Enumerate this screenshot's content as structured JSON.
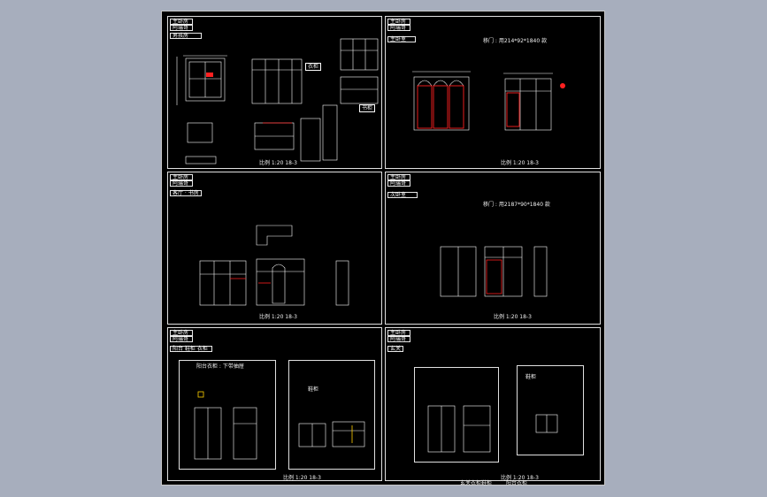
{
  "window": {
    "title": ""
  },
  "colors": {
    "background": "#a7aebd",
    "canvas": "#000000",
    "line": "#ffffff",
    "accent_red": "#ff2020",
    "accent_yellow": "#ffd000"
  },
  "panels": [
    {
      "title_lines": [
        "主卧房",
        "阿瑞哥"
      ],
      "room_label": "男孩房",
      "scale_label": "比例 1:20 18-3"
    },
    {
      "title_lines": [
        "主卧房",
        "阿瑞哥"
      ],
      "room_label": "主卧室",
      "scale_label": "比例 1:20 18-3",
      "note": "移门 : 用214*92*1840 款"
    },
    {
      "title_lines": [
        "主卧房",
        "阿瑞哥"
      ],
      "room_label": "客厅 · 书房",
      "scale_label": "比例 1:20 18-3"
    },
    {
      "title_lines": [
        "主卧房",
        "阿瑞哥"
      ],
      "room_label": "次卧室",
      "scale_label": "比例 1:20 18-3",
      "note": "移门 : 用2187*90*1840 款"
    },
    {
      "title_lines": [
        "主卧房",
        "阿瑞哥"
      ],
      "room_label": "阳台 鞋柜 衣柜",
      "scale_label": "比例 1:20 18-3",
      "sub_label_1": "阳台衣柜 : 下带抽屉",
      "sub_label_2": "鞋柜"
    },
    {
      "title_lines": [
        "主卧房",
        "阿瑞哥"
      ],
      "room_label": "玄关",
      "scale_label": "比例 1:20 18-3",
      "sub_label_1": "鞋柜",
      "footer_1": "玄关衣柜鞋柜",
      "footer_2": "阳台衣柜"
    }
  ]
}
